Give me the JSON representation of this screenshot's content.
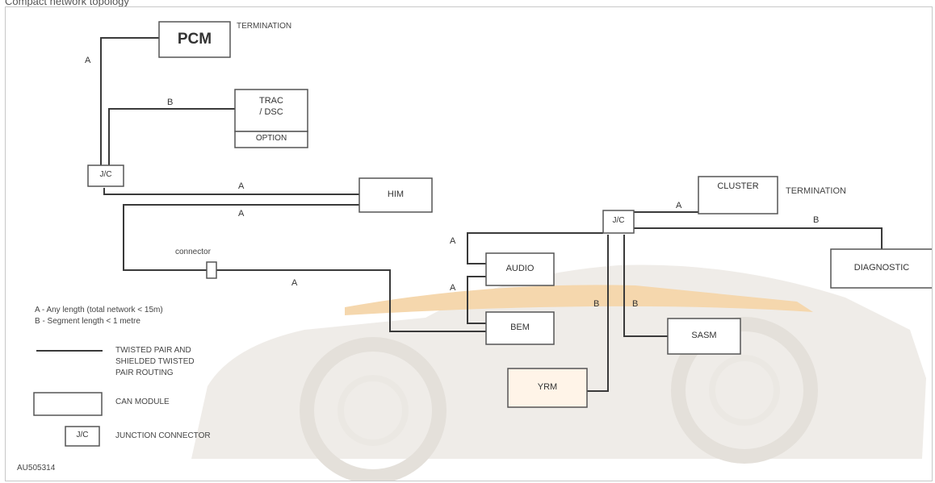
{
  "header": {
    "title": "Compact network topology"
  },
  "colors": {
    "wire": "#3a3a3a",
    "box_border": "#555555",
    "background": "#ffffff",
    "car_watermark": "#e8e4de",
    "car_stripe": "#f3c98a",
    "yrm_fill": "#fff4e8"
  },
  "modules": {
    "pcm": "PCM",
    "trac_line1": "TRAC",
    "trac_line2": "/ DSC",
    "option": "OPTION",
    "jc_left": "J/C",
    "him": "HIM",
    "connector": "connector",
    "audio": "AUDIO",
    "bem": "BEM",
    "jc_right": "J/C",
    "cluster": "CLUSTER",
    "diagnostic": "DIAGNOSTIC",
    "sasm": "SASM",
    "yrm": "YRM"
  },
  "annotations": {
    "termination_pcm": "TERMINATION",
    "termination_cluster": "TERMINATION"
  },
  "wire_labels": {
    "pcm_a": "A",
    "trac_b": "B",
    "him_a_top": "A",
    "him_a_bottom": "A",
    "connector_a": "A",
    "audio_a": "A",
    "bem_a": "A",
    "yrm_b": "B",
    "sasm_b": "B",
    "cluster_a": "A",
    "diagnostic_b": "B"
  },
  "legend": {
    "length_a": "A - Any length (total network < 15m)",
    "length_b": "B - Segment length < 1 metre",
    "twisted_line1": "TWISTED PAIR AND",
    "twisted_line2": "SHIELDED TWISTED",
    "twisted_line3": "PAIR ROUTING",
    "can_module": "CAN MODULE",
    "jc_symbol": "J/C",
    "junction_connector": "JUNCTION CONNECTOR"
  },
  "figure_id": "AU505314"
}
